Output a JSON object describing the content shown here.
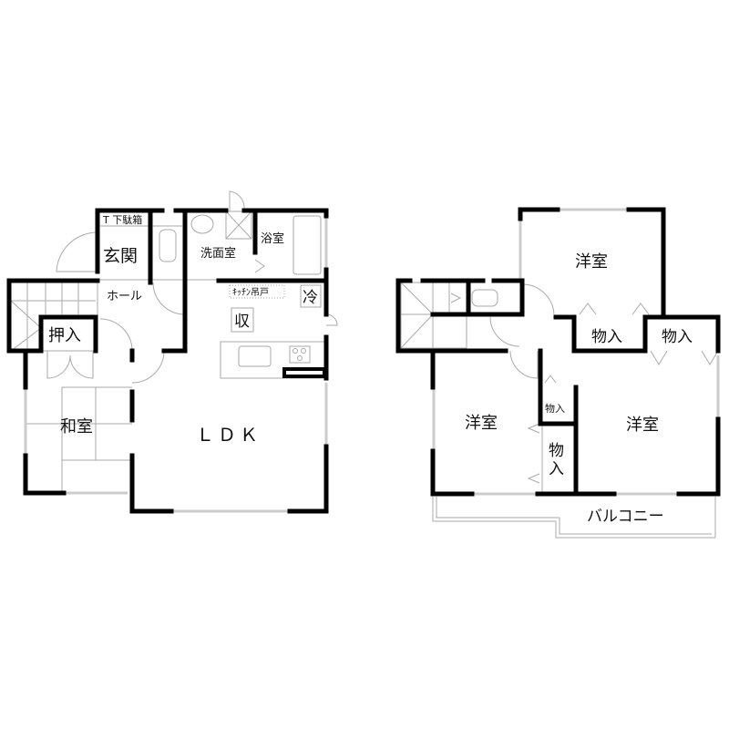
{
  "floor1": {
    "rooms": {
      "genkan": "玄関",
      "getabako": "T 下駄箱",
      "senmenshitsu": "洗面室",
      "yokushitsu": "浴室",
      "hall": "ホール",
      "oshiire": "押入",
      "washitsu": "和室",
      "ldk": "ＬＤＫ",
      "kitchen_cabinet": "ｷｯﾁﾝ吊戸",
      "storage": "収",
      "fridge": "冷"
    }
  },
  "floor2": {
    "rooms": {
      "yoshitsu_top": "洋室",
      "yoshitsu_left": "洋室",
      "yoshitsu_right": "洋室",
      "monoire_1": "物入",
      "monoire_2": "物入",
      "monoire_small": "物入",
      "monoire_vertical_1": "物",
      "monoire_vertical_2": "入",
      "balcony": "バルコニー"
    }
  },
  "colors": {
    "wall": "#000000",
    "thin_line": "#aaaaaa",
    "background": "#ffffff"
  }
}
